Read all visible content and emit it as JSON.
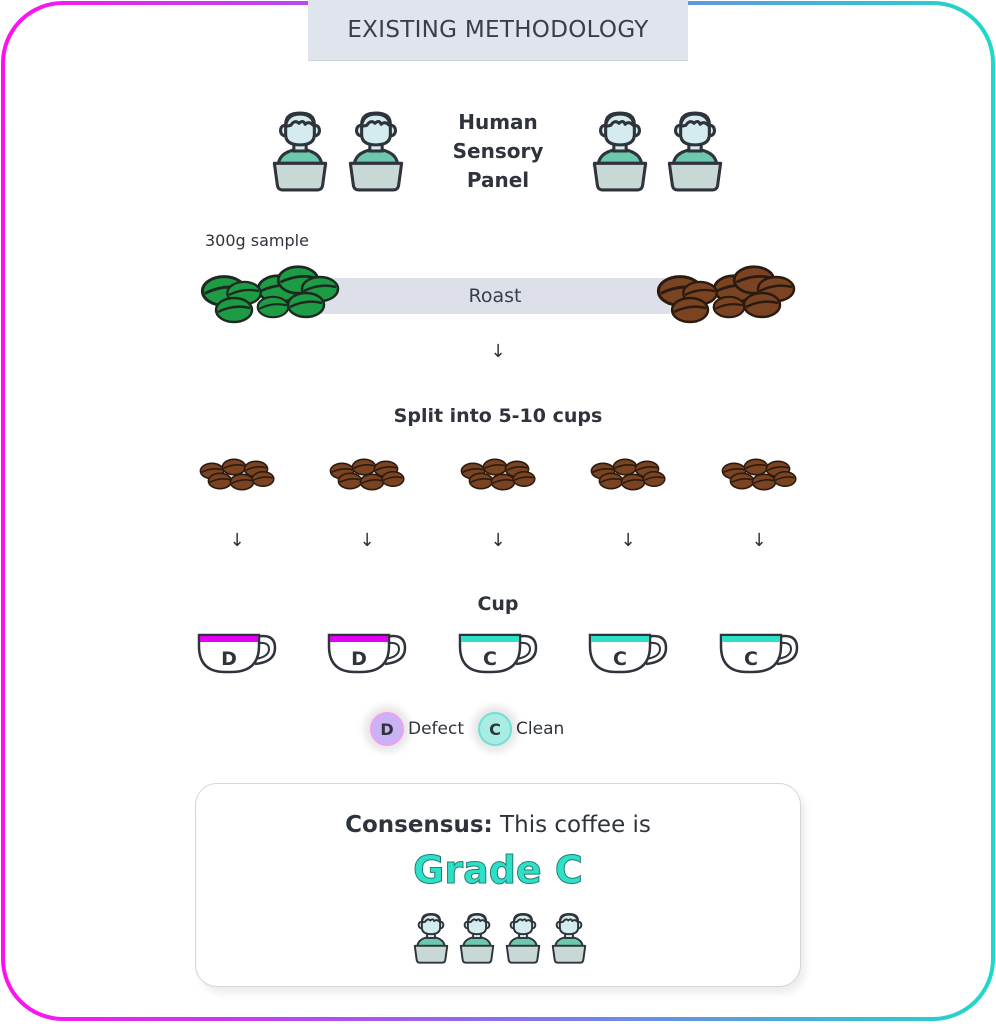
{
  "title": "EXISTING METHODOLOGY",
  "panel": {
    "label_lines": [
      "Human",
      "Sensory",
      "Panel"
    ]
  },
  "sample": {
    "label": "300g sample"
  },
  "roast": {
    "label": "Roast"
  },
  "arrow_glyph": "↓",
  "split": {
    "label": "Split into 5-10 cups"
  },
  "cup_section": {
    "label": "Cup"
  },
  "cups": [
    {
      "grade": "D",
      "status": "defect"
    },
    {
      "grade": "D",
      "status": "defect"
    },
    {
      "grade": "C",
      "status": "clean"
    },
    {
      "grade": "C",
      "status": "clean"
    },
    {
      "grade": "C",
      "status": "clean"
    }
  ],
  "legend": [
    {
      "letter": "D",
      "label": "Defect"
    },
    {
      "letter": "C",
      "label": "Clean"
    }
  ],
  "consensus": {
    "prefix": "Consensus:",
    "text": " This coffee is",
    "grade": "Grade C"
  },
  "colors": {
    "defect": "#e100f5",
    "clean": "#2fe0c8",
    "green_bean": "#1e9b45",
    "roasted_bean": "#7a4422",
    "border_start": "#ff10f0",
    "border_end": "#1fd8c8"
  }
}
